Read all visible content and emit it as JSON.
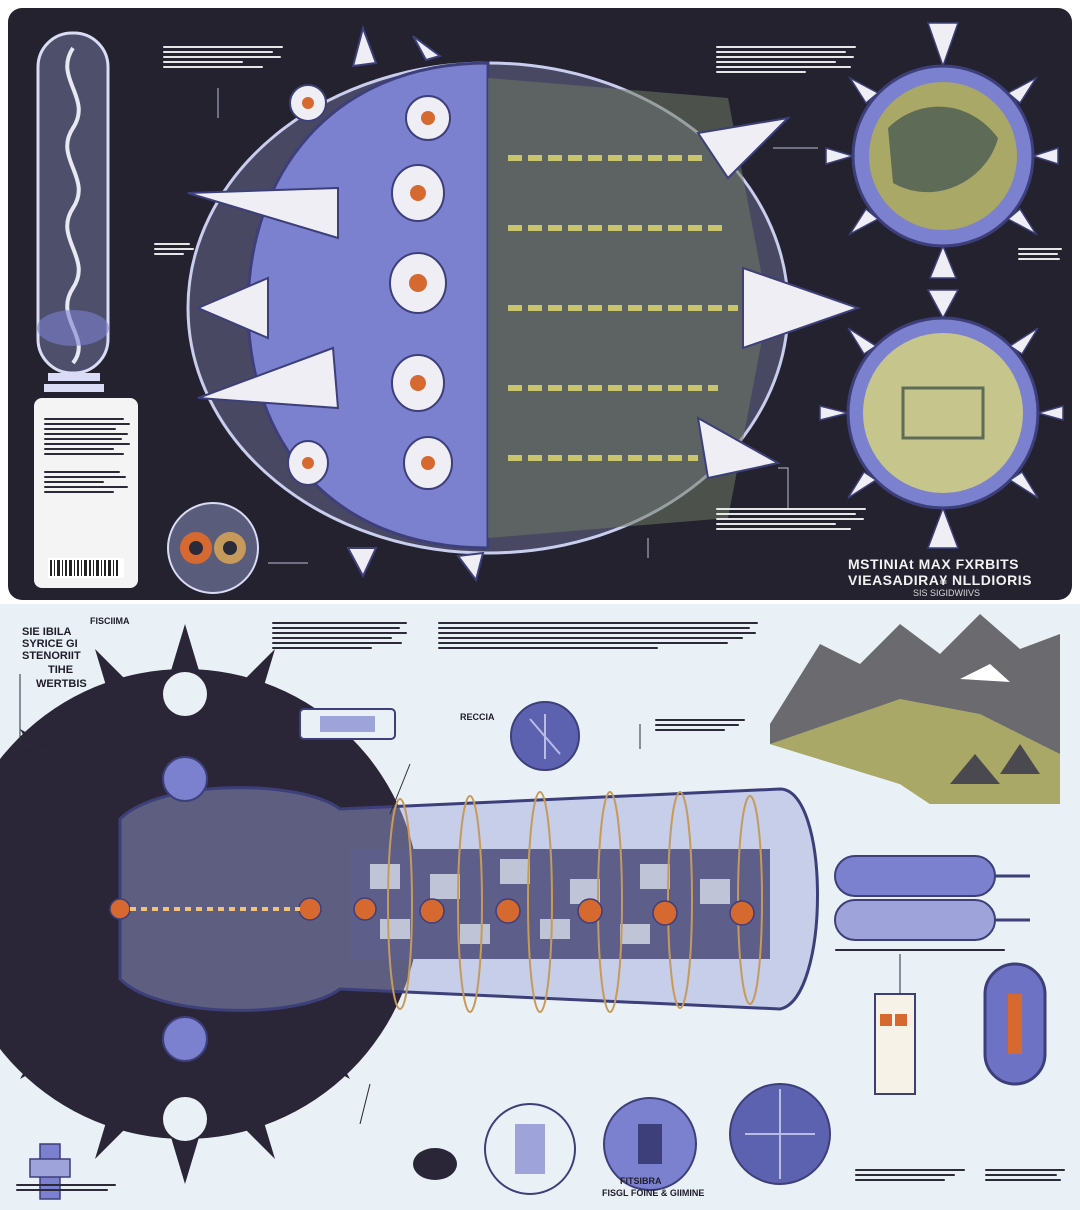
{
  "top_panel": {
    "title_line1": "MSTINIAt MAX FXRBITS",
    "title_line2": "VIEASADIRA¥ NLLDIORIS",
    "subtitle": "SIS SIGIDWIIVS"
  },
  "bottom_panel": {
    "corner_label": "FISCIIMA",
    "side_label_1": "SIE IBILA",
    "side_label_2": "SYRICE GI",
    "side_label_3": "STENORIIT",
    "side_label_4": "TIHE",
    "side_label_5": "WERTBIS",
    "module_label": "RECCIA",
    "sphere_caption_1": "FITSIBRA",
    "sphere_caption_2": "FISGL FOINE & GIIMINE"
  },
  "colors": {
    "dark_bg": "#24222f",
    "periwinkle": "#7b80cf",
    "light_bg": "#e9f1f6",
    "cone_white": "#eeeef4",
    "accent_orange": "#d6692f",
    "moss": "#a9a867"
  }
}
